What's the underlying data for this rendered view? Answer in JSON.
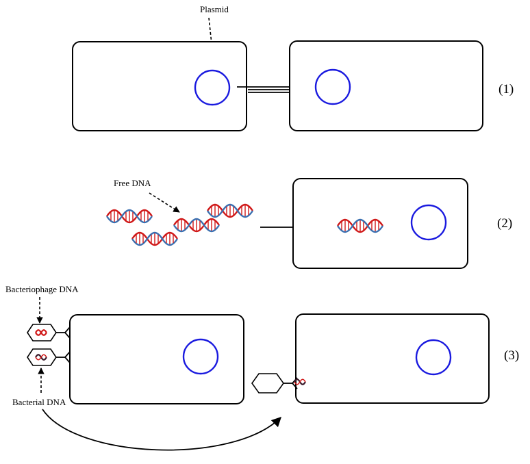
{
  "labels": {
    "plasmid": "Plasmid",
    "free_dna": "Free DNA",
    "bacteriophage_dna": "Bacteriophage DNA",
    "bacterial_dna": "Bacterial DNA"
  },
  "panels": {
    "conjugation_number": "(1)",
    "transformation_number": "(2)",
    "transduction_number": "(3)"
  },
  "colors": {
    "plasmid": "#1a1adf",
    "dna_red": "#d01818",
    "dna_blue": "#3a6fb0",
    "dna_dark": "#3a1a2a"
  }
}
